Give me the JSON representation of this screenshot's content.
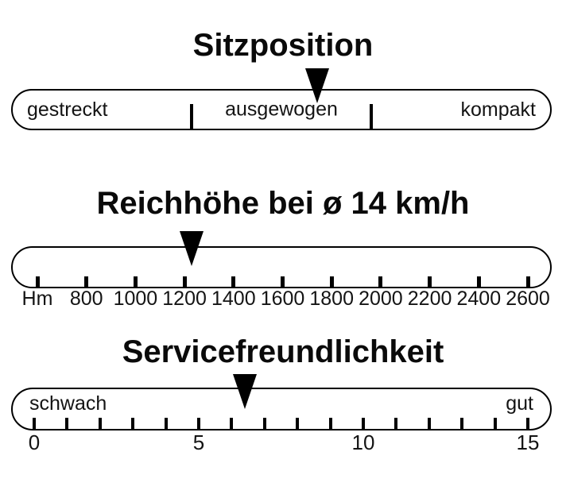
{
  "colors": {
    "ink": "#000000",
    "background": "#ffffff"
  },
  "chart_data": [
    {
      "type": "linear-gauge",
      "title": "Sitzposition",
      "categories": [
        "gestreckt",
        "ausgewogen",
        "kompakt"
      ],
      "pointer": {
        "fraction": 0.566,
        "nearest_category": "ausgewogen"
      },
      "layout_hint": "stadium bar, 3 equal segments separated by short bottom dividers, solid black arrow above pointing into bar"
    },
    {
      "type": "linear-gauge",
      "title": "Reichhöhe bei ø 14 km/h",
      "unit": "Hm",
      "axis": {
        "min": 600,
        "max": 2600,
        "tick_step": 200,
        "tick_labels": [
          "Hm",
          "800",
          "1000",
          "1200",
          "1400",
          "1600",
          "1800",
          "2000",
          "2200",
          "2400",
          "2600"
        ]
      },
      "pointer": {
        "value": 1230
      },
      "layout_hint": "ticks inside bottom edge of stadium bar, labels below bar"
    },
    {
      "type": "linear-gauge",
      "title": "Servicefreundlichkeit",
      "end_labels": [
        "schwach",
        "gut"
      ],
      "axis": {
        "min": 0,
        "max": 15,
        "tick_step": 1,
        "labeled_ticks": [
          0,
          5,
          10,
          15
        ]
      },
      "pointer": {
        "value": 6.4
      },
      "layout_hint": "16 minor ticks inside bottom edge, numeric labels 0/5/10/15 below bar"
    }
  ]
}
